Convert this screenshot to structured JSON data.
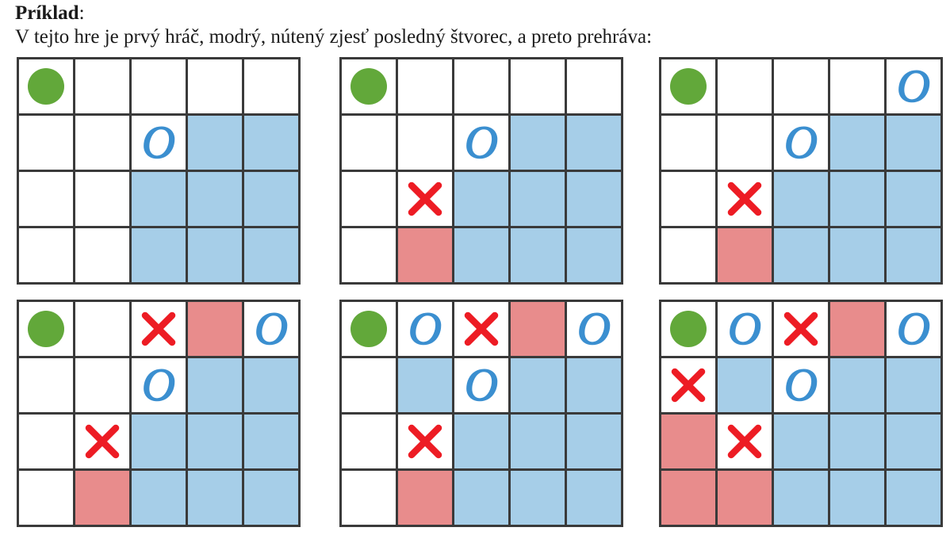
{
  "text": {
    "heading_strong": "Príklad",
    "heading_colon": ":",
    "body_line": "V tejto hre je prvý hráč, modrý, nútený zjesť posledný štvorec, a preto prehráva:"
  },
  "colors": {
    "eaten_blue": "#a6cee8",
    "eaten_pink": "#e88c8c",
    "poison_green": "#62a83a",
    "player_o_blue": "#3b8fd0",
    "player_x_red": "#ed1c24",
    "grid_line": "#3a3a3a",
    "empty_cell": "#ffffff",
    "text": "#1a1a1a"
  },
  "legend": {
    "dot_icon": "green-circle-poison-square",
    "o_icon": "blue-o-move-marker",
    "x_icon": "red-x-move-marker"
  },
  "board_spec": {
    "columns": 5,
    "rows": 4,
    "count": 6,
    "sequence_order": [
      "board-1",
      "board-2",
      "board-3",
      "board-4",
      "board-5",
      "board-6"
    ]
  },
  "boards": [
    {
      "id": "board-1",
      "label": "board-1",
      "position": "row-1-col-1",
      "cells": [
        [
          {
            "fill": "white",
            "mark": "dot"
          },
          {
            "fill": "white",
            "mark": ""
          },
          {
            "fill": "white",
            "mark": ""
          },
          {
            "fill": "white",
            "mark": ""
          },
          {
            "fill": "white",
            "mark": ""
          }
        ],
        [
          {
            "fill": "white",
            "mark": ""
          },
          {
            "fill": "white",
            "mark": ""
          },
          {
            "fill": "white",
            "mark": "O"
          },
          {
            "fill": "blue",
            "mark": ""
          },
          {
            "fill": "blue",
            "mark": ""
          }
        ],
        [
          {
            "fill": "white",
            "mark": ""
          },
          {
            "fill": "white",
            "mark": ""
          },
          {
            "fill": "blue",
            "mark": ""
          },
          {
            "fill": "blue",
            "mark": ""
          },
          {
            "fill": "blue",
            "mark": ""
          }
        ],
        [
          {
            "fill": "white",
            "mark": ""
          },
          {
            "fill": "white",
            "mark": ""
          },
          {
            "fill": "blue",
            "mark": ""
          },
          {
            "fill": "blue",
            "mark": ""
          },
          {
            "fill": "blue",
            "mark": ""
          }
        ]
      ]
    },
    {
      "id": "board-2",
      "label": "board-2",
      "position": "row-1-col-2",
      "cells": [
        [
          {
            "fill": "white",
            "mark": "dot"
          },
          {
            "fill": "white",
            "mark": ""
          },
          {
            "fill": "white",
            "mark": ""
          },
          {
            "fill": "white",
            "mark": ""
          },
          {
            "fill": "white",
            "mark": ""
          }
        ],
        [
          {
            "fill": "white",
            "mark": ""
          },
          {
            "fill": "white",
            "mark": ""
          },
          {
            "fill": "white",
            "mark": "O"
          },
          {
            "fill": "blue",
            "mark": ""
          },
          {
            "fill": "blue",
            "mark": ""
          }
        ],
        [
          {
            "fill": "white",
            "mark": ""
          },
          {
            "fill": "white",
            "mark": "X"
          },
          {
            "fill": "blue",
            "mark": ""
          },
          {
            "fill": "blue",
            "mark": ""
          },
          {
            "fill": "blue",
            "mark": ""
          }
        ],
        [
          {
            "fill": "white",
            "mark": ""
          },
          {
            "fill": "pink",
            "mark": ""
          },
          {
            "fill": "blue",
            "mark": ""
          },
          {
            "fill": "blue",
            "mark": ""
          },
          {
            "fill": "blue",
            "mark": ""
          }
        ]
      ]
    },
    {
      "id": "board-3",
      "label": "board-3",
      "position": "row-1-col-3",
      "cells": [
        [
          {
            "fill": "white",
            "mark": "dot"
          },
          {
            "fill": "white",
            "mark": ""
          },
          {
            "fill": "white",
            "mark": ""
          },
          {
            "fill": "white",
            "mark": ""
          },
          {
            "fill": "white",
            "mark": "O"
          }
        ],
        [
          {
            "fill": "white",
            "mark": ""
          },
          {
            "fill": "white",
            "mark": ""
          },
          {
            "fill": "white",
            "mark": "O"
          },
          {
            "fill": "blue",
            "mark": ""
          },
          {
            "fill": "blue",
            "mark": ""
          }
        ],
        [
          {
            "fill": "white",
            "mark": ""
          },
          {
            "fill": "white",
            "mark": "X"
          },
          {
            "fill": "blue",
            "mark": ""
          },
          {
            "fill": "blue",
            "mark": ""
          },
          {
            "fill": "blue",
            "mark": ""
          }
        ],
        [
          {
            "fill": "white",
            "mark": ""
          },
          {
            "fill": "pink",
            "mark": ""
          },
          {
            "fill": "blue",
            "mark": ""
          },
          {
            "fill": "blue",
            "mark": ""
          },
          {
            "fill": "blue",
            "mark": ""
          }
        ]
      ]
    },
    {
      "id": "board-4",
      "label": "board-4",
      "position": "row-2-col-1",
      "cells": [
        [
          {
            "fill": "white",
            "mark": "dot"
          },
          {
            "fill": "white",
            "mark": ""
          },
          {
            "fill": "white",
            "mark": "X"
          },
          {
            "fill": "pink",
            "mark": ""
          },
          {
            "fill": "white",
            "mark": "O"
          }
        ],
        [
          {
            "fill": "white",
            "mark": ""
          },
          {
            "fill": "white",
            "mark": ""
          },
          {
            "fill": "white",
            "mark": "O"
          },
          {
            "fill": "blue",
            "mark": ""
          },
          {
            "fill": "blue",
            "mark": ""
          }
        ],
        [
          {
            "fill": "white",
            "mark": ""
          },
          {
            "fill": "white",
            "mark": "X"
          },
          {
            "fill": "blue",
            "mark": ""
          },
          {
            "fill": "blue",
            "mark": ""
          },
          {
            "fill": "blue",
            "mark": ""
          }
        ],
        [
          {
            "fill": "white",
            "mark": ""
          },
          {
            "fill": "pink",
            "mark": ""
          },
          {
            "fill": "blue",
            "mark": ""
          },
          {
            "fill": "blue",
            "mark": ""
          },
          {
            "fill": "blue",
            "mark": ""
          }
        ]
      ]
    },
    {
      "id": "board-5",
      "label": "board-5",
      "position": "row-2-col-2",
      "cells": [
        [
          {
            "fill": "white",
            "mark": "dot"
          },
          {
            "fill": "white",
            "mark": "O"
          },
          {
            "fill": "white",
            "mark": "X"
          },
          {
            "fill": "pink",
            "mark": ""
          },
          {
            "fill": "white",
            "mark": "O"
          }
        ],
        [
          {
            "fill": "white",
            "mark": ""
          },
          {
            "fill": "blue",
            "mark": ""
          },
          {
            "fill": "white",
            "mark": "O"
          },
          {
            "fill": "blue",
            "mark": ""
          },
          {
            "fill": "blue",
            "mark": ""
          }
        ],
        [
          {
            "fill": "white",
            "mark": ""
          },
          {
            "fill": "white",
            "mark": "X"
          },
          {
            "fill": "blue",
            "mark": ""
          },
          {
            "fill": "blue",
            "mark": ""
          },
          {
            "fill": "blue",
            "mark": ""
          }
        ],
        [
          {
            "fill": "white",
            "mark": ""
          },
          {
            "fill": "pink",
            "mark": ""
          },
          {
            "fill": "blue",
            "mark": ""
          },
          {
            "fill": "blue",
            "mark": ""
          },
          {
            "fill": "blue",
            "mark": ""
          }
        ]
      ]
    },
    {
      "id": "board-6",
      "label": "board-6",
      "position": "row-2-col-3",
      "cells": [
        [
          {
            "fill": "white",
            "mark": "dot"
          },
          {
            "fill": "white",
            "mark": "O"
          },
          {
            "fill": "white",
            "mark": "X"
          },
          {
            "fill": "pink",
            "mark": ""
          },
          {
            "fill": "white",
            "mark": "O"
          }
        ],
        [
          {
            "fill": "white",
            "mark": "X"
          },
          {
            "fill": "blue",
            "mark": ""
          },
          {
            "fill": "white",
            "mark": "O"
          },
          {
            "fill": "blue",
            "mark": ""
          },
          {
            "fill": "blue",
            "mark": ""
          }
        ],
        [
          {
            "fill": "pink",
            "mark": ""
          },
          {
            "fill": "white",
            "mark": "X"
          },
          {
            "fill": "blue",
            "mark": ""
          },
          {
            "fill": "blue",
            "mark": ""
          },
          {
            "fill": "blue",
            "mark": ""
          }
        ],
        [
          {
            "fill": "pink",
            "mark": ""
          },
          {
            "fill": "pink",
            "mark": ""
          },
          {
            "fill": "blue",
            "mark": ""
          },
          {
            "fill": "blue",
            "mark": ""
          },
          {
            "fill": "blue",
            "mark": ""
          }
        ]
      ]
    }
  ]
}
